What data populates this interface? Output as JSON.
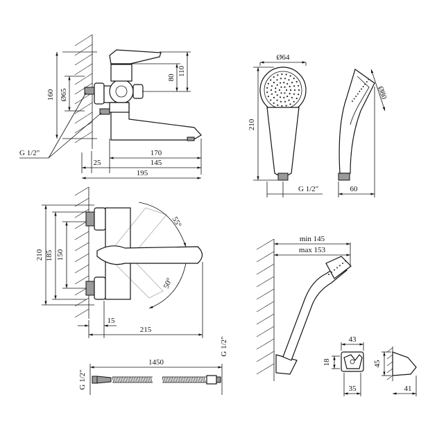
{
  "dims": {
    "top": {
      "h160": "160",
      "d65": "Ø65",
      "h80": "80",
      "h110": "110",
      "w170": "170",
      "w25": "25",
      "w145": "145",
      "w195": "195",
      "thread": "G 1/2\""
    },
    "handshower": {
      "d64": "Ø64",
      "h210": "210",
      "d80": "Ø80",
      "thread": "G 1/2\"",
      "w60": "60"
    },
    "side": {
      "h210": "210",
      "h185": "185",
      "h150": "150",
      "a55": "55°",
      "a50": "50°",
      "w15": "15",
      "w215": "215"
    },
    "hose": {
      "len": "1450",
      "thread_left": "G 1/2\"",
      "thread_right": "G 1/2\""
    },
    "holder": {
      "min": "min 145",
      "max": "max 153",
      "w43": "43",
      "h18": "18",
      "w35": "35",
      "h45": "45",
      "w41": "41"
    }
  }
}
